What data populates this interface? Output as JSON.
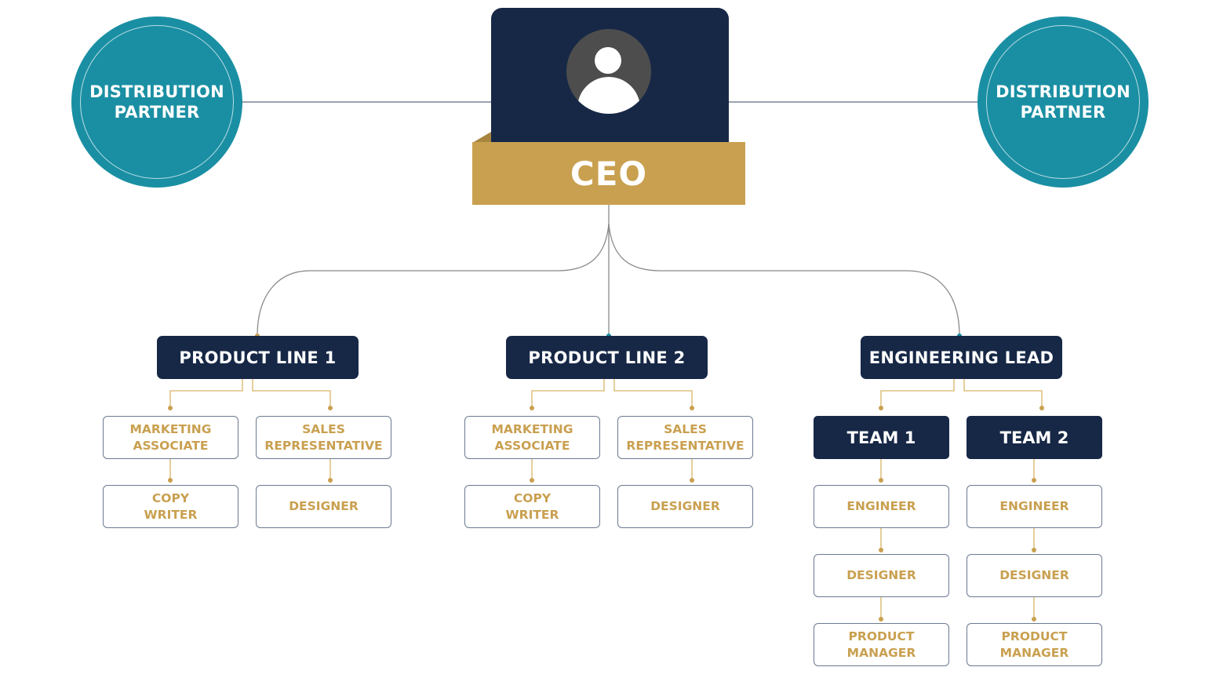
{
  "colors": {
    "navy": "#172846",
    "gold": "#c9a050",
    "teal": "#1a8fa3",
    "connector_gray": "#8a8a8a"
  },
  "partners": {
    "left": {
      "label": "DISTRIBUTION\nPARTNER"
    },
    "right": {
      "label": "DISTRIBUTION\nPARTNER"
    }
  },
  "ceo": {
    "title": "CEO",
    "icon": "user-avatar-icon"
  },
  "departments": [
    {
      "title": "PRODUCT LINE 1",
      "roles": [
        {
          "title": "MARKETING\nASSOCIATE",
          "sub": "COPY\nWRITER"
        },
        {
          "title": "SALES\nREPRESENTATIVE",
          "sub": "DESIGNER"
        }
      ]
    },
    {
      "title": "PRODUCT LINE 2",
      "roles": [
        {
          "title": "MARKETING\nASSOCIATE",
          "sub": "COPY\nWRITER"
        },
        {
          "title": "SALES\nREPRESENTATIVE",
          "sub": "DESIGNER"
        }
      ]
    },
    {
      "title": "ENGINEERING LEAD",
      "teams": [
        {
          "title": "TEAM 1",
          "members": [
            "ENGINEER",
            "DESIGNER",
            "PRODUCT\nMANAGER"
          ]
        },
        {
          "title": "TEAM 2",
          "members": [
            "ENGINEER",
            "DESIGNER",
            "PRODUCT\nMANAGER"
          ]
        }
      ]
    }
  ]
}
